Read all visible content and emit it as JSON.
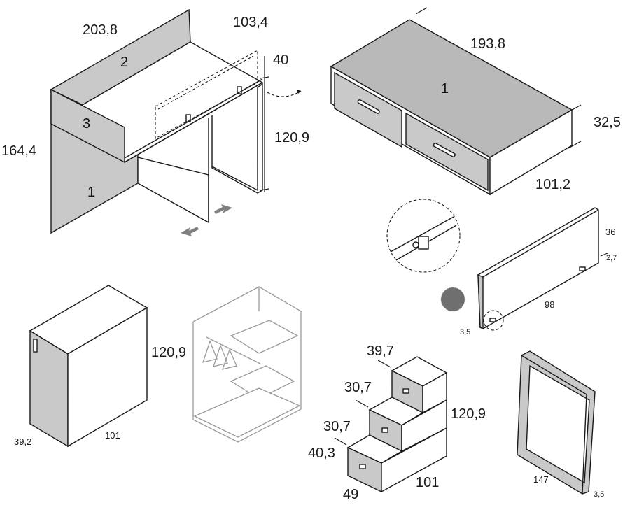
{
  "bed_unit": {
    "dims": {
      "width": "203,8",
      "depth": "103,4",
      "tray": "40",
      "height": "164,4",
      "desk_height": "120,9"
    },
    "labels": {
      "panel_1": "1",
      "panel_2": "2",
      "panel_3": "3"
    }
  },
  "drawer_base": {
    "dims": {
      "length": "193,8",
      "height": "32,5",
      "depth": "101,2"
    },
    "labels": {
      "top": "1"
    }
  },
  "headboard": {
    "dims": {
      "height": "36",
      "foot": "2,7",
      "length": "98",
      "thickness": "3,5"
    }
  },
  "cabinet": {
    "dims": {
      "height": "120,9",
      "depth": "39,2",
      "width": "101"
    }
  },
  "stairs": {
    "dims": {
      "step_top": "39,7",
      "step_2": "30,7",
      "step_3": "30,7",
      "step_bottom": "40,3",
      "height": "120,9",
      "depth": "49",
      "width": "101"
    }
  },
  "mirror": {
    "dims": {
      "length": "147",
      "thickness": "3,5"
    }
  }
}
